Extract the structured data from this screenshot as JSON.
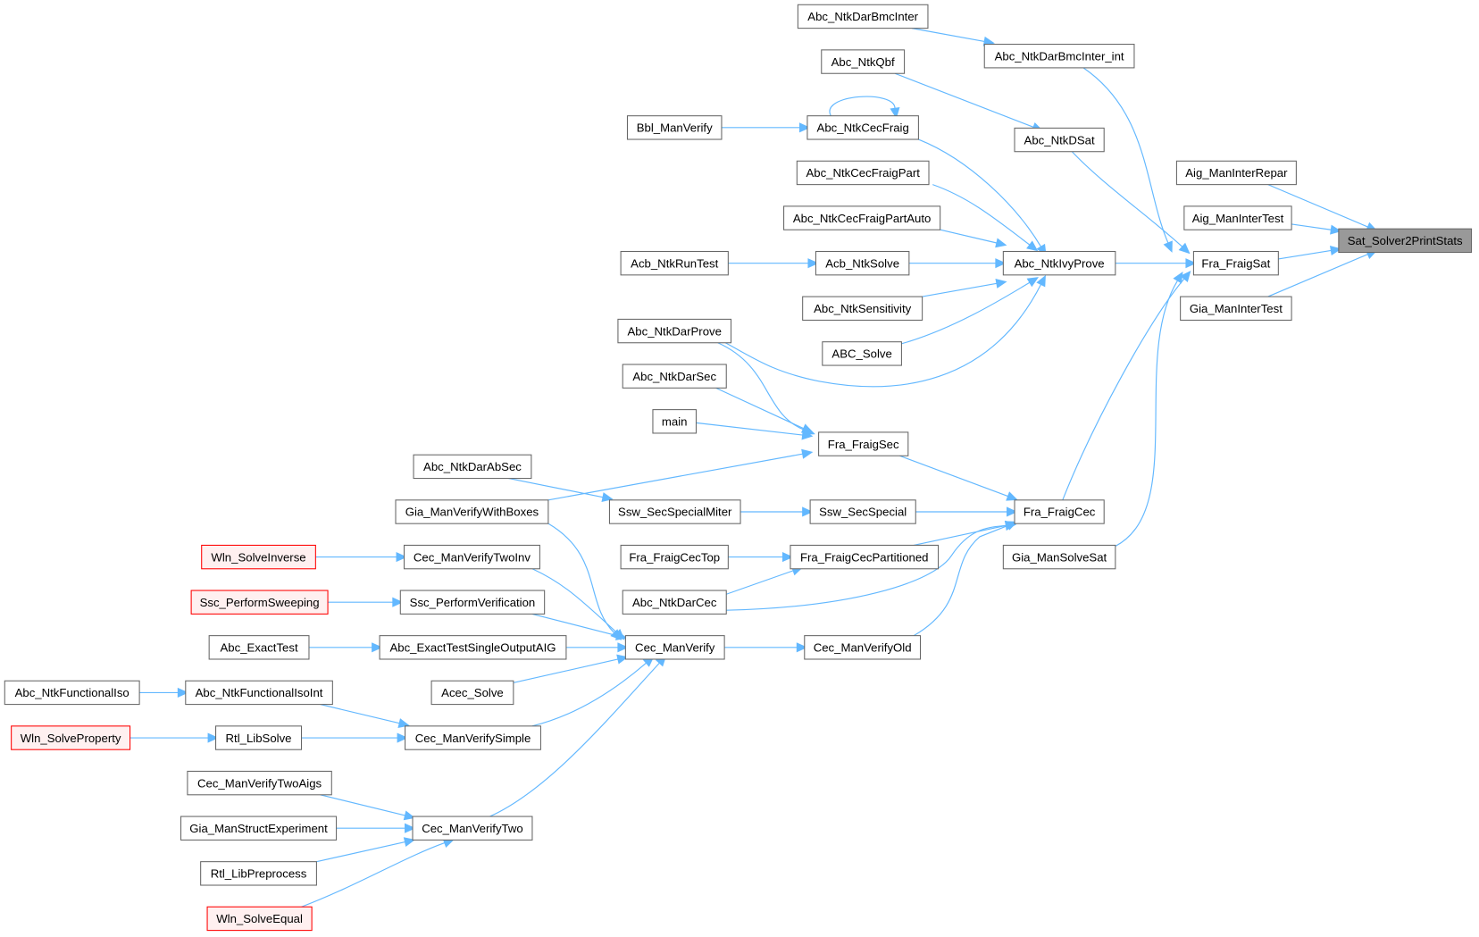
{
  "graph": {
    "title": "Sat_Solver2PrintStats caller graph",
    "colors": {
      "edge": "#63b8ff",
      "node_border": "#666666",
      "root_fill": "#999999",
      "truncated_fill": "#fff0f0",
      "truncated_border": "#ff0000"
    },
    "nodes": [
      {
        "id": "sat_solver2printstats",
        "label": "Sat_Solver2PrintStats",
        "kind": "root"
      },
      {
        "id": "aig_maninterrepar",
        "label": "Aig_ManInterRepar",
        "kind": "normal"
      },
      {
        "id": "aig_venintertest",
        "label": "Aig_ManInterTest",
        "kind": "normal"
      },
      {
        "id": "fra_fraigsat",
        "label": "Fra_FraigSat",
        "kind": "normal"
      },
      {
        "id": "gia_manintertest",
        "label": "Gia_ManInterTest",
        "kind": "normal"
      },
      {
        "id": "abc_ntkdarbmcinter",
        "label": "Abc_NtkDarBmcInter",
        "kind": "normal"
      },
      {
        "id": "abc_ntkdarbmcinter_int",
        "label": "Abc_NtkDarBmcInter_int",
        "kind": "normal"
      },
      {
        "id": "abc_ntkqbf",
        "label": "Abc_NtkQbf",
        "kind": "normal"
      },
      {
        "id": "abc_ntkdsat",
        "label": "Abc_NtkDSat",
        "kind": "normal"
      },
      {
        "id": "bbl_manverify",
        "label": "Bbl_ManVerify",
        "kind": "normal"
      },
      {
        "id": "abc_ntkcecfraig",
        "label": "Abc_NtkCecFraig",
        "kind": "normal"
      },
      {
        "id": "abc_ntkcecfraigpart",
        "label": "Abc_NtkCecFraigPart",
        "kind": "normal"
      },
      {
        "id": "abc_ntkcecfraigpartauto",
        "label": "Abc_NtkCecFraigPartAuto",
        "kind": "normal"
      },
      {
        "id": "acb_ntkruntest",
        "label": "Acb_NtkRunTest",
        "kind": "normal"
      },
      {
        "id": "acb_ntksolve",
        "label": "Acb_NtkSolve",
        "kind": "normal"
      },
      {
        "id": "abc_ntkivyprove",
        "label": "Abc_NtkIvyProve",
        "kind": "normal"
      },
      {
        "id": "abc_ntksensitivity",
        "label": "Abc_NtkSensitivity",
        "kind": "normal"
      },
      {
        "id": "abc_solve",
        "label": "ABC_Solve",
        "kind": "normal"
      },
      {
        "id": "abc_ntkdarprove",
        "label": "Abc_NtkDarProve",
        "kind": "normal"
      },
      {
        "id": "abc_ntkdarsec",
        "label": "Abc_NtkDarSec",
        "kind": "normal"
      },
      {
        "id": "main",
        "label": "main",
        "kind": "normal"
      },
      {
        "id": "fra_fraigsec",
        "label": "Fra_FraigSec",
        "kind": "normal"
      },
      {
        "id": "abc_ntkdarabsec",
        "label": "Abc_NtkDarAbSec",
        "kind": "normal"
      },
      {
        "id": "gia_manverifywithboxes",
        "label": "Gia_ManVerifyWithBoxes",
        "kind": "normal"
      },
      {
        "id": "ssw_secspecialmiter",
        "label": "Ssw_SecSpecialMiter",
        "kind": "normal"
      },
      {
        "id": "ssw_secspecial",
        "label": "Ssw_SecSpecial",
        "kind": "normal"
      },
      {
        "id": "fra_fraigcec",
        "label": "Fra_FraigCec",
        "kind": "normal"
      },
      {
        "id": "wln_solveinverse",
        "label": "Wln_SolveInverse",
        "kind": "truncated"
      },
      {
        "id": "cec_manverifytwoinv",
        "label": "Cec_ManVerifyTwoInv",
        "kind": "normal"
      },
      {
        "id": "fra_fraigcectop",
        "label": "Fra_FraigCecTop",
        "kind": "normal"
      },
      {
        "id": "fra_fraigcecpartitioned",
        "label": "Fra_FraigCecPartitioned",
        "kind": "normal"
      },
      {
        "id": "gia_mansolvesat",
        "label": "Gia_ManSolveSat",
        "kind": "normal"
      },
      {
        "id": "ssc_performsweeping",
        "label": "Ssc_PerformSweeping",
        "kind": "truncated"
      },
      {
        "id": "ssc_performverification",
        "label": "Ssc_PerformVerification",
        "kind": "normal"
      },
      {
        "id": "abc_ntkdarcec",
        "label": "Abc_NtkDarCec",
        "kind": "normal"
      },
      {
        "id": "abc_exacttest",
        "label": "Abc_ExactTest",
        "kind": "normal"
      },
      {
        "id": "abc_exacttestsingleoutputaig",
        "label": "Abc_ExactTestSingleOutputAIG",
        "kind": "normal"
      },
      {
        "id": "cec_manverify",
        "label": "Cec_ManVerify",
        "kind": "normal"
      },
      {
        "id": "cec_manverifyold",
        "label": "Cec_ManVerifyOld",
        "kind": "normal"
      },
      {
        "id": "abc_ntkfunctionaliso",
        "label": "Abc_NtkFunctionalIso",
        "kind": "normal"
      },
      {
        "id": "abc_ntkfunctionalisoint",
        "label": "Abc_NtkFunctionalIsoInt",
        "kind": "normal"
      },
      {
        "id": "acec_solve",
        "label": "Acec_Solve",
        "kind": "normal"
      },
      {
        "id": "wln_solveproperty",
        "label": "Wln_SolveProperty",
        "kind": "truncated"
      },
      {
        "id": "rtl_libsolve",
        "label": "Rtl_LibSolve",
        "kind": "normal"
      },
      {
        "id": "cec_manverifysimple",
        "label": "Cec_ManVerifySimple",
        "kind": "normal"
      },
      {
        "id": "cec_manverifytwoaigs",
        "label": "Cec_ManVerifyTwoAigs",
        "kind": "normal"
      },
      {
        "id": "gia_manstructexperiment",
        "label": "Gia_ManStructExperiment",
        "kind": "normal"
      },
      {
        "id": "cec_manverifytwo",
        "label": "Cec_ManVerifyTwo",
        "kind": "normal"
      },
      {
        "id": "rtl_libpreprocess",
        "label": "Rtl_LibPreprocess",
        "kind": "normal"
      },
      {
        "id": "wln_solveequal",
        "label": "Wln_SolveEqual",
        "kind": "truncated"
      }
    ],
    "edges": [
      {
        "from": "aig_maninterrepar",
        "to": "sat_solver2printstats"
      },
      {
        "from": "aig_venintertest",
        "to": "sat_solver2printstats"
      },
      {
        "from": "fra_fraigsat",
        "to": "sat_solver2printstats"
      },
      {
        "from": "gia_manintertest",
        "to": "sat_solver2printstats"
      },
      {
        "from": "abc_ntkdarbmcinter",
        "to": "abc_ntkdarbmcinter_int"
      },
      {
        "from": "abc_ntkdarbmcinter_int",
        "to": "fra_fraigsat"
      },
      {
        "from": "abc_ntkqbf",
        "to": "abc_ntkdsat"
      },
      {
        "from": "abc_ntkdsat",
        "to": "fra_fraigsat"
      },
      {
        "from": "bbl_manverify",
        "to": "abc_ntkcecfraig"
      },
      {
        "from": "abc_ntkcecfraig",
        "to": "abc_ntkcecfraig"
      },
      {
        "from": "abc_ntkcecfraig",
        "to": "abc_ntkivyprove"
      },
      {
        "from": "abc_ntkcecfraigpart",
        "to": "abc_ntkivyprove"
      },
      {
        "from": "abc_ntkcecfraigpartauto",
        "to": "abc_ntkivyprove"
      },
      {
        "from": "acb_ntkruntest",
        "to": "acb_ntksolve"
      },
      {
        "from": "acb_ntksolve",
        "to": "abc_ntkivyprove"
      },
      {
        "from": "abc_ntksensitivity",
        "to": "abc_ntkivyprove"
      },
      {
        "from": "abc_solve",
        "to": "abc_ntkivyprove"
      },
      {
        "from": "abc_ntkdarprove",
        "to": "abc_ntkivyprove"
      },
      {
        "from": "abc_ntkivyprove",
        "to": "fra_fraigsat"
      },
      {
        "from": "abc_ntkdarprove",
        "to": "fra_fraigsec"
      },
      {
        "from": "abc_ntkdarsec",
        "to": "fra_fraigsec"
      },
      {
        "from": "main",
        "to": "fra_fraigsec"
      },
      {
        "from": "gia_manverifywithboxes",
        "to": "fra_fraigsec"
      },
      {
        "from": "fra_fraigsec",
        "to": "fra_fraigcec"
      },
      {
        "from": "abc_ntkdarabsec",
        "to": "ssw_secspecialmiter"
      },
      {
        "from": "ssw_secspecialmiter",
        "to": "ssw_secspecial"
      },
      {
        "from": "ssw_secspecial",
        "to": "fra_fraigcec"
      },
      {
        "from": "fra_fraigcec",
        "to": "fra_fraigsat"
      },
      {
        "from": "gia_mansolvesat",
        "to": "fra_fraigsat"
      },
      {
        "from": "fra_fraigcectop",
        "to": "fra_fraigcecpartitioned"
      },
      {
        "from": "fra_fraigcecpartitioned",
        "to": "fra_fraigcec"
      },
      {
        "from": "abc_ntkdarcec",
        "to": "fra_fraigcecpartitioned"
      },
      {
        "from": "abc_ntkdarcec",
        "to": "fra_fraigcec"
      },
      {
        "from": "cec_manverifyold",
        "to": "fra_fraigcec"
      },
      {
        "from": "cec_manverify",
        "to": "cec_manverifyold"
      },
      {
        "from": "wln_solveinverse",
        "to": "cec_manverifytwoinv"
      },
      {
        "from": "cec_manverifytwoinv",
        "to": "cec_manverify"
      },
      {
        "from": "gia_manverifywithboxes",
        "to": "cec_manverify"
      },
      {
        "from": "ssc_performsweeping",
        "to": "ssc_performverification"
      },
      {
        "from": "ssc_performverification",
        "to": "cec_manverify"
      },
      {
        "from": "abc_exacttest",
        "to": "abc_exacttestsingleoutputaig"
      },
      {
        "from": "abc_exacttestsingleoutputaig",
        "to": "cec_manverify"
      },
      {
        "from": "acec_solve",
        "to": "cec_manverify"
      },
      {
        "from": "cec_manverifysimple",
        "to": "cec_manverify"
      },
      {
        "from": "cec_manverifytwo",
        "to": "cec_manverify"
      },
      {
        "from": "abc_ntkfunctionaliso",
        "to": "abc_ntkfunctionalisoint"
      },
      {
        "from": "abc_ntkfunctionalisoint",
        "to": "cec_manverifysimple"
      },
      {
        "from": "wln_solveproperty",
        "to": "rtl_libsolve"
      },
      {
        "from": "rtl_libsolve",
        "to": "cec_manverifysimple"
      },
      {
        "from": "cec_manverifytwoaigs",
        "to": "cec_manverifytwo"
      },
      {
        "from": "gia_manstructexperiment",
        "to": "cec_manverifytwo"
      },
      {
        "from": "rtl_libpreprocess",
        "to": "cec_manverifytwo"
      },
      {
        "from": "wln_solveequal",
        "to": "cec_manverifytwo"
      }
    ]
  }
}
